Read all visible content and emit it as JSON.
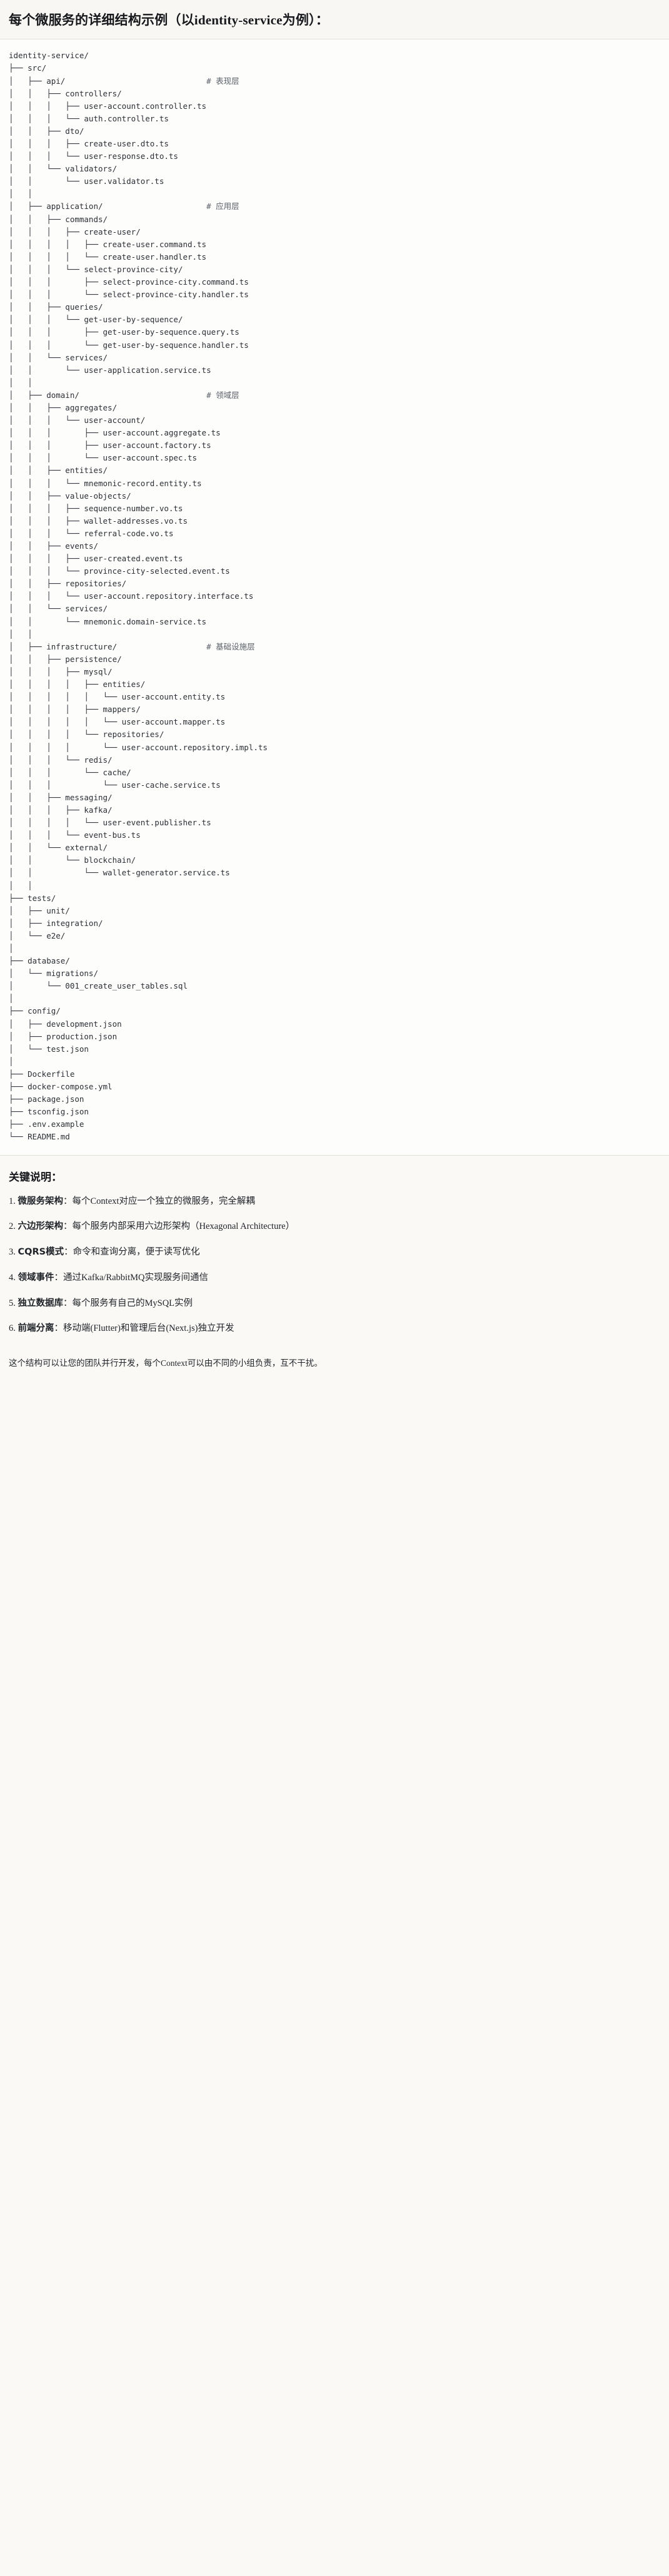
{
  "header": {
    "title_cjk_1": "每个微服务的详细结构示例",
    "title_full": "每个微服务的详细结构示例（以identity-service为例）："
  },
  "tree": {
    "root": "identity-service/",
    "rows": [
      "identity-service/",
      "├── src/",
      "│   ├── api/                              # 表现层",
      "│   │   ├── controllers/",
      "│   │   │   ├── user-account.controller.ts",
      "│   │   │   └── auth.controller.ts",
      "│   │   ├── dto/",
      "│   │   │   ├── create-user.dto.ts",
      "│   │   │   └── user-response.dto.ts",
      "│   │   └── validators/",
      "│   │       └── user.validator.ts",
      "│   │",
      "│   ├── application/                      # 应用层",
      "│   │   ├── commands/",
      "│   │   │   ├── create-user/",
      "│   │   │   │   ├── create-user.command.ts",
      "│   │   │   │   └── create-user.handler.ts",
      "│   │   │   └── select-province-city/",
      "│   │   │       ├── select-province-city.command.ts",
      "│   │   │       └── select-province-city.handler.ts",
      "│   │   ├── queries/",
      "│   │   │   └── get-user-by-sequence/",
      "│   │   │       ├── get-user-by-sequence.query.ts",
      "│   │   │       └── get-user-by-sequence.handler.ts",
      "│   │   └── services/",
      "│   │       └── user-application.service.ts",
      "│   │",
      "│   ├── domain/                           # 领域层",
      "│   │   ├── aggregates/",
      "│   │   │   └── user-account/",
      "│   │   │       ├── user-account.aggregate.ts",
      "│   │   │       ├── user-account.factory.ts",
      "│   │   │       └── user-account.spec.ts",
      "│   │   ├── entities/",
      "│   │   │   └── mnemonic-record.entity.ts",
      "│   │   ├── value-objects/",
      "│   │   │   ├── sequence-number.vo.ts",
      "│   │   │   ├── wallet-addresses.vo.ts",
      "│   │   │   └── referral-code.vo.ts",
      "│   │   ├── events/",
      "│   │   │   ├── user-created.event.ts",
      "│   │   │   └── province-city-selected.event.ts",
      "│   │   ├── repositories/",
      "│   │   │   └── user-account.repository.interface.ts",
      "│   │   └── services/",
      "│   │       └── mnemonic.domain-service.ts",
      "│   │",
      "│   ├── infrastructure/                   # 基础设施层",
      "│   │   ├── persistence/",
      "│   │   │   ├── mysql/",
      "│   │   │   │   ├── entities/",
      "│   │   │   │   │   └── user-account.entity.ts",
      "│   │   │   │   ├── mappers/",
      "│   │   │   │   │   └── user-account.mapper.ts",
      "│   │   │   │   └── repositories/",
      "│   │   │   │       └── user-account.repository.impl.ts",
      "│   │   │   └── redis/",
      "│   │   │       └── cache/",
      "│   │   │           └── user-cache.service.ts",
      "│   │   ├── messaging/",
      "│   │   │   ├── kafka/",
      "│   │   │   │   └── user-event.publisher.ts",
      "│   │   │   └── event-bus.ts",
      "│   │   └── external/",
      "│   │       └── blockchain/",
      "│   │           └── wallet-generator.service.ts",
      "│   │",
      "├── tests/",
      "│   ├── unit/",
      "│   ├── integration/",
      "│   └── e2e/",
      "│",
      "├── database/",
      "│   └── migrations/",
      "│       └── 001_create_user_tables.sql",
      "│",
      "├── config/",
      "│   ├── development.json",
      "│   ├── production.json",
      "│   └── test.json",
      "│",
      "├── Dockerfile",
      "├── docker-compose.yml",
      "├── package.json",
      "├── tsconfig.json",
      "├── .env.example",
      "└── README.md"
    ],
    "comments": [
      "# 表现层",
      "# 应用层",
      "# 领域层",
      "# 基础设施层"
    ]
  },
  "notes": {
    "title": "关键说明：",
    "items": [
      {
        "index": "1.",
        "term": "微服务架构",
        "sep": "：",
        "desc": "每个Context对应一个独立的微服务，完全解耦"
      },
      {
        "index": "2.",
        "term": "六边形架构",
        "sep": "：",
        "desc": "每个服务内部采用六边形架构（Hexagonal Architecture）"
      },
      {
        "index": "3.",
        "term": "CQRS模式",
        "sep": "：",
        "desc": "命令和查询分离，便于读写优化"
      },
      {
        "index": "4.",
        "term": "领域事件",
        "sep": "：",
        "desc": "通过Kafka/RabbitMQ实现服务间通信"
      },
      {
        "index": "5.",
        "term": "独立数据库",
        "sep": "：",
        "desc": "每个服务有自己的MySQL实例"
      },
      {
        "index": "6.",
        "term": "前端分离",
        "sep": "：",
        "desc": "移动端(Flutter)和管理后台(Next.js)独立开发"
      }
    ],
    "closing": "这个结构可以让您的团队并行开发，每个Context可以由不同的小组负责，互不干扰。"
  }
}
